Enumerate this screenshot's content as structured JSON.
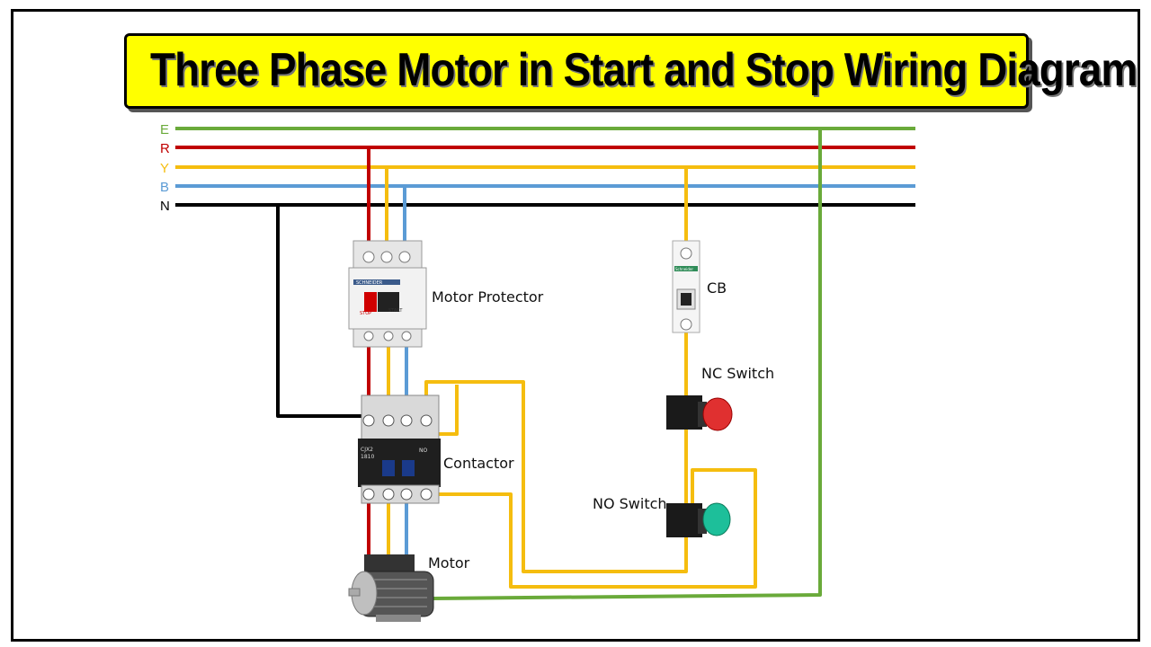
{
  "title": "Three Phase Motor in Start and Stop Wiring Diagram",
  "colors": {
    "earth": "#6aaa3a",
    "red": "#c00000",
    "yellow": "#f5bd0f",
    "blue": "#5b9bd5",
    "neutral": "#000000",
    "banner": "#ffff00"
  },
  "bus_labels": {
    "e": "E",
    "r": "R",
    "y": "Y",
    "b": "B",
    "n": "N"
  },
  "components": {
    "motor_protector": "Motor Protector",
    "cb": "CB",
    "nc_switch": "NC Switch",
    "no_switch": "NO Switch",
    "contactor": "Contactor",
    "motor": "Motor"
  },
  "device_text": {
    "mp_brand": "SCHNEIDER",
    "mp_stop": "STOP",
    "mp_start": "START",
    "contactor_model": "CJX2",
    "contactor_rating": "1810",
    "contactor_no": "NO",
    "cb_brand": "Schneider"
  }
}
